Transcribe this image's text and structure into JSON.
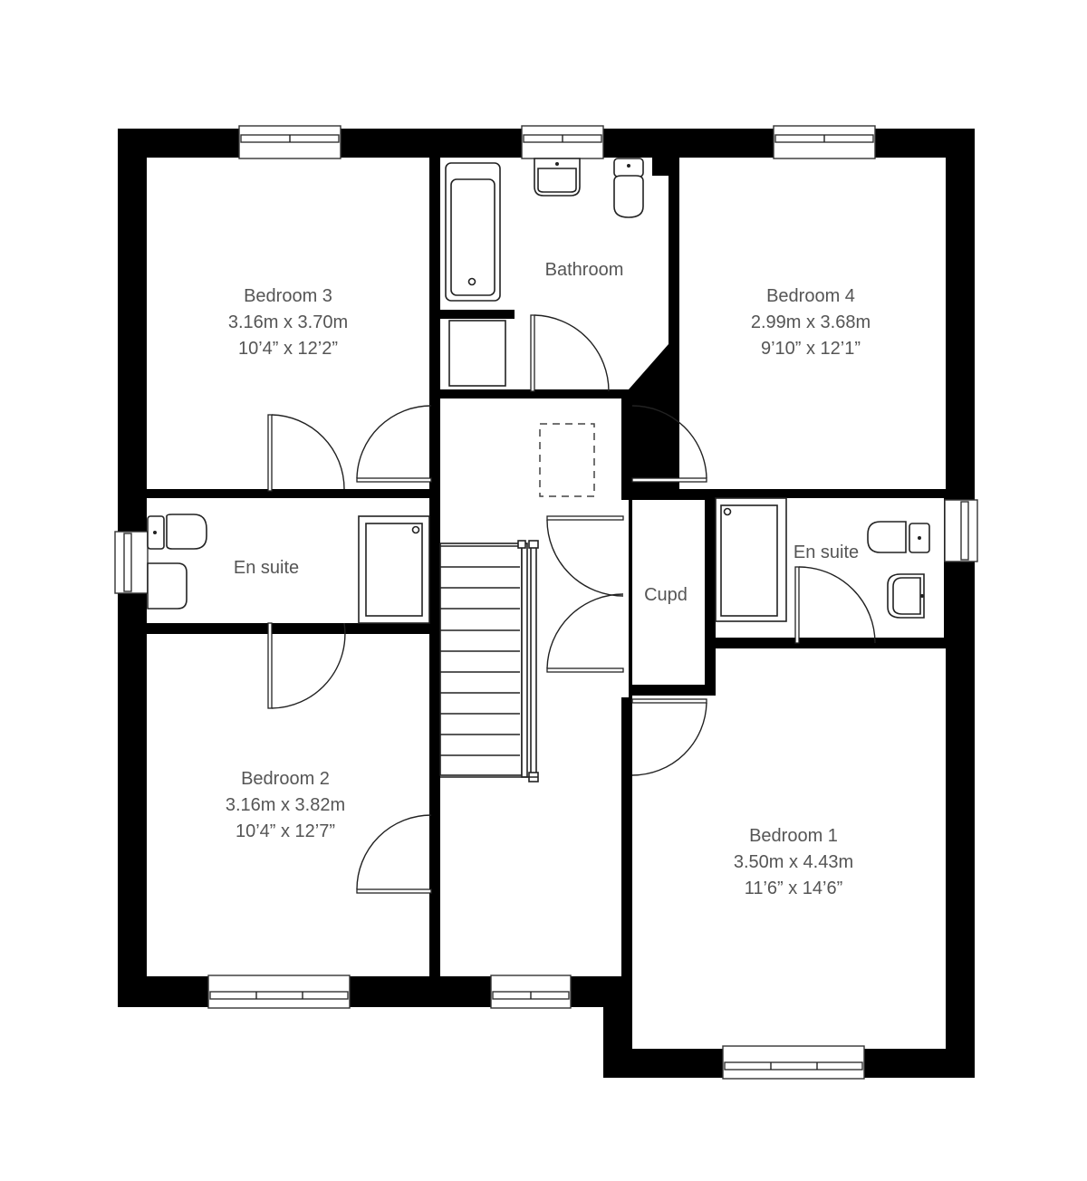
{
  "floorplan": {
    "colors": {
      "wall": "#000000",
      "background": "#ffffff",
      "label": "#555555",
      "line": "#222222"
    },
    "rooms": {
      "bedroom3": {
        "name": "Bedroom 3",
        "metric": "3.16m x 3.70m",
        "imperial": "10’4” x 12’2”"
      },
      "bathroom": {
        "name": "Bathroom"
      },
      "bedroom4": {
        "name": "Bedroom 4",
        "metric": "2.99m x 3.68m",
        "imperial": "9’10” x 12’1”"
      },
      "ensuite_left": {
        "name": "En suite"
      },
      "cupd": {
        "name": "Cupd"
      },
      "ensuite_right": {
        "name": "En suite"
      },
      "bedroom2": {
        "name": "Bedroom 2",
        "metric": "3.16m x 3.82m",
        "imperial": "10’4” x 12’7”"
      },
      "bedroom1": {
        "name": "Bedroom 1",
        "metric": "3.50m x 4.43m",
        "imperial": "11’6” x 14’6”"
      }
    },
    "features": {
      "loft_hatch": "dashed-rectangle",
      "staircase_treads": 11
    }
  }
}
